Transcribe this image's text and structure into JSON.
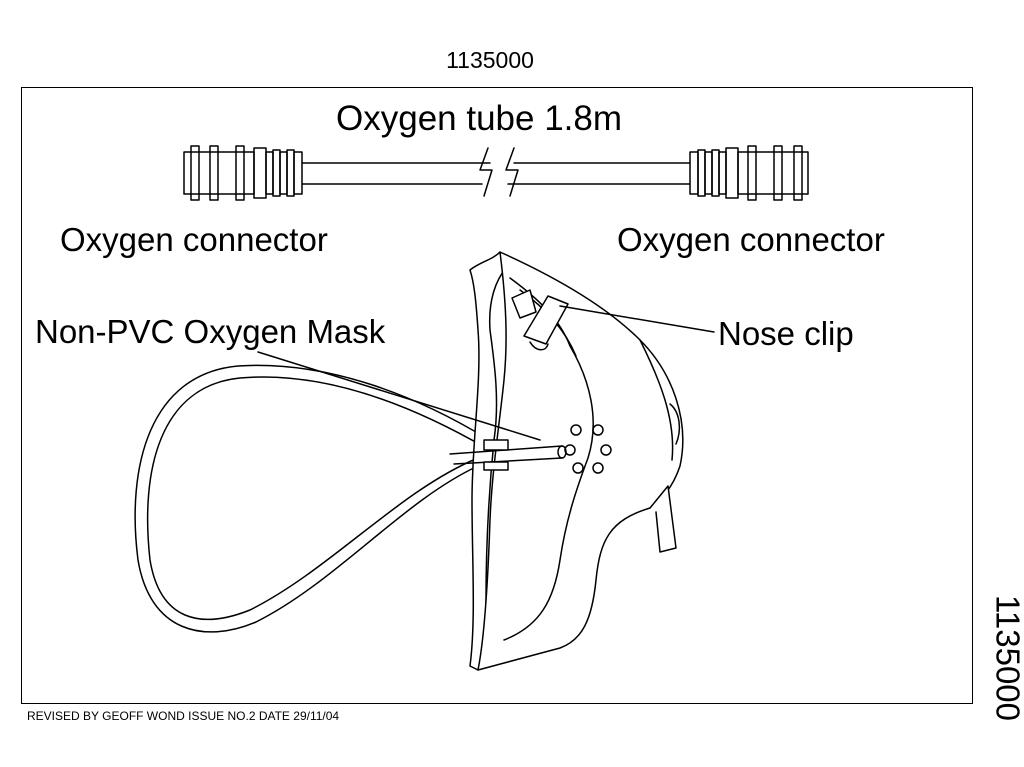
{
  "drawing": {
    "part_number_top": "1135000",
    "part_number_side": "1135000",
    "labels": {
      "tube": "Oxygen tube 1.8m",
      "connector_left": "Oxygen connector",
      "connector_right": "Oxygen connector",
      "mask": "Non-PVC Oxygen Mask",
      "nose_clip": "Nose clip"
    },
    "footer": "REVISED BY GEOFF WOND  ISSUE NO.2  DATE 29/11/04"
  }
}
